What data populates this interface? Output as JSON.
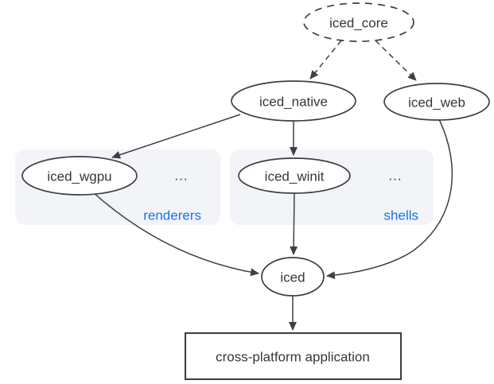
{
  "nodes": {
    "iced_core": {
      "label": "iced_core",
      "shape": "ellipse",
      "border": "dashed"
    },
    "iced_native": {
      "label": "iced_native",
      "shape": "ellipse",
      "border": "solid"
    },
    "iced_web": {
      "label": "iced_web",
      "shape": "ellipse",
      "border": "solid"
    },
    "iced_wgpu": {
      "label": "iced_wgpu",
      "shape": "ellipse",
      "border": "solid"
    },
    "iced_winit": {
      "label": "iced_winit",
      "shape": "ellipse",
      "border": "solid"
    },
    "iced": {
      "label": "iced",
      "shape": "ellipse",
      "border": "solid"
    },
    "app": {
      "label": "cross-platform application",
      "shape": "rectangle",
      "border": "solid"
    }
  },
  "groups": {
    "renderers": {
      "label": "renderers",
      "ellipsis": "...",
      "members": [
        "iced_wgpu"
      ]
    },
    "shells": {
      "label": "shells",
      "ellipsis": "...",
      "members": [
        "iced_winit"
      ]
    }
  },
  "edges": [
    {
      "from": "iced_core",
      "to": "iced_native",
      "style": "dashed"
    },
    {
      "from": "iced_core",
      "to": "iced_web",
      "style": "dashed"
    },
    {
      "from": "iced_native",
      "to": "iced_wgpu",
      "style": "solid"
    },
    {
      "from": "iced_native",
      "to": "iced_winit",
      "style": "solid"
    },
    {
      "from": "iced_wgpu",
      "to": "iced",
      "style": "solid"
    },
    {
      "from": "iced_winit",
      "to": "iced",
      "style": "solid"
    },
    {
      "from": "iced_web",
      "to": "iced",
      "style": "solid"
    },
    {
      "from": "iced",
      "to": "app",
      "style": "solid"
    }
  ],
  "colors": {
    "stroke": "#3c4043",
    "text": "#33373b",
    "accent_blue": "#1a73e8",
    "group_fill": "#f2f4f8",
    "node_fill": "#ffffff",
    "background": "#ffffff"
  }
}
